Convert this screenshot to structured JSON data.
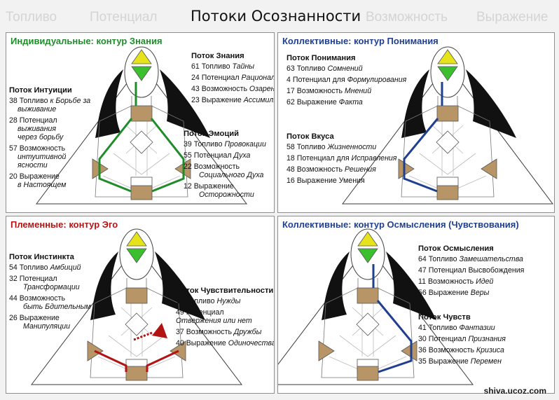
{
  "header": {
    "title": "Потоки Осознанности",
    "faded_words": [
      "Топливо",
      "Потенциал",
      "Возможность",
      "Выражение"
    ]
  },
  "colors": {
    "green": "#1f8c2a",
    "blue": "#1f3f8f",
    "red": "#b31313",
    "ochre": "#b89566",
    "head_yellow": "#e6e31a",
    "ajna_green": "#3cbf2f"
  },
  "panels": [
    {
      "title": "Индивидуальные: контур Знания",
      "streams": [
        {
          "name": "Поток Знания",
          "lines": [
            [
              "61 Топливо ",
              "Тайны"
            ],
            [
              "24 Потенциал ",
              "Рационализации"
            ],
            [
              "43 Возможность ",
              "Озарения"
            ],
            [
              "23 Выражение ",
              "Ассимиляции"
            ]
          ]
        },
        {
          "name": "Поток Интуиции",
          "lines": [
            [
              "38 Топливо ",
              "к Борьбе за"
            ],
            [
              "",
              "выживание"
            ],
            [
              "28 Потенциал",
              ""
            ],
            [
              "",
              "выживания"
            ],
            [
              "",
              "через борьбу"
            ],
            [
              "57 Возможность",
              ""
            ],
            [
              "",
              "интуитивной"
            ],
            [
              "",
              "ясности"
            ],
            [
              "20 Выражение",
              ""
            ],
            [
              "",
              "в Настоящем"
            ]
          ]
        },
        {
          "name": "Поток Эмоций",
          "lines": [
            [
              "39 Топливо ",
              "Провокации"
            ],
            [
              "55 Потенциал ",
              "Духа"
            ],
            [
              "22 Возможность",
              ""
            ],
            [
              "",
              "Социального Духа"
            ],
            [
              "12 Выражение",
              ""
            ],
            [
              "",
              "Осторожности"
            ]
          ]
        }
      ]
    },
    {
      "title": "Коллективные: контур Понимания",
      "streams": [
        {
          "name": "Поток Понимания",
          "lines": [
            [
              "63 Топливо ",
              "Сомнений"
            ],
            [
              "4 Потенциал для ",
              "Формулирования"
            ],
            [
              "17 Возможность ",
              "Мнений"
            ],
            [
              "62 Выражение ",
              "Факта"
            ]
          ]
        },
        {
          "name": "Поток Вкуса",
          "lines": [
            [
              "58 Топливо ",
              "Жизненности"
            ],
            [
              "18 Потенциал для ",
              "Исправления"
            ],
            [
              "48 Возможность ",
              "Решения"
            ],
            [
              "16 Выражение Умения",
              ""
            ]
          ]
        }
      ]
    },
    {
      "title": "Племенные: контур Эго",
      "streams": [
        {
          "name": "Поток Инстинкта",
          "lines": [
            [
              "54 Топливо ",
              "Амбиций"
            ],
            [
              "32 Потенциал",
              ""
            ],
            [
              "",
              "Трансформации"
            ],
            [
              "44 Возможность",
              ""
            ],
            [
              "",
              "быть Бдительным"
            ],
            [
              "26 Выражение",
              ""
            ],
            [
              "",
              "Манипуляции"
            ]
          ]
        },
        {
          "name": "Поток Чувствительности",
          "lines": [
            [
              "19 Топливо ",
              "Нужды"
            ],
            [
              "49 Потенциал",
              ""
            ],
            [
              "",
              "Отвержения или нет"
            ],
            [
              "37 Возможность ",
              "Дружбы"
            ],
            [
              "40 Выражение ",
              "Одиночества"
            ]
          ]
        }
      ]
    },
    {
      "title": "Коллективные: контур Осмысления (Чувствования)",
      "streams": [
        {
          "name": "Поток Осмысления",
          "lines": [
            [
              "64 Топливо ",
              "Замешательства"
            ],
            [
              "47 Потенциал Высвобождения",
              ""
            ],
            [
              "11 Возможность ",
              "Идей"
            ],
            [
              "56 Выражение ",
              "Веры"
            ]
          ]
        },
        {
          "name": "Поток Чувств",
          "lines": [
            [
              "41 Топливо ",
              "Фантазии"
            ],
            [
              "30 Потенциал ",
              "Признания"
            ],
            [
              "36 Возможность ",
              "Кризиса"
            ],
            [
              "35 Выражение ",
              "Перемен"
            ]
          ]
        }
      ]
    }
  ],
  "watermark": "shiva.ucoz.com"
}
